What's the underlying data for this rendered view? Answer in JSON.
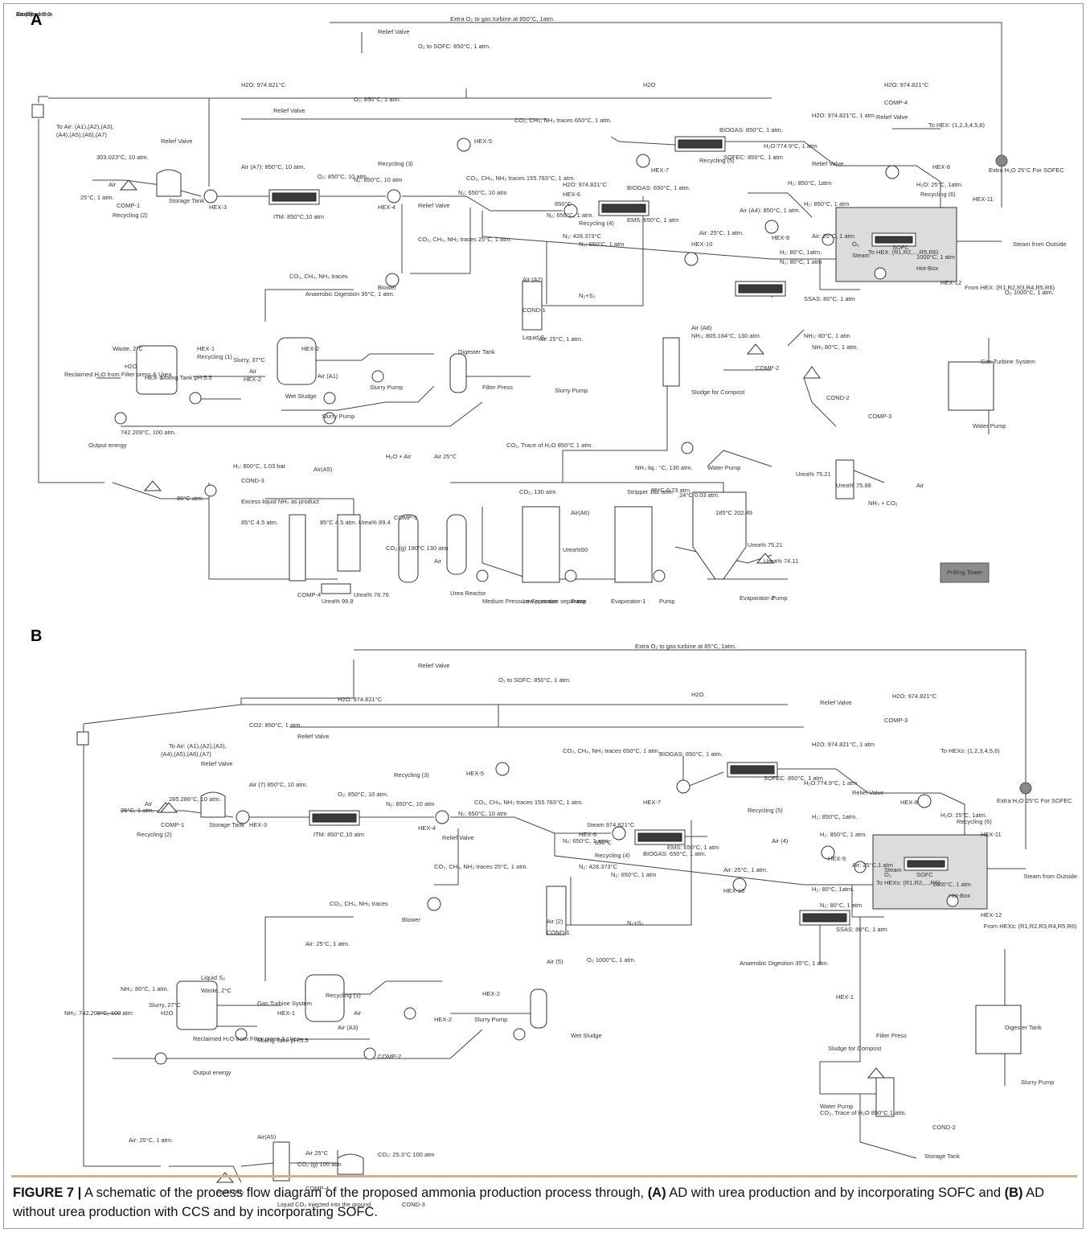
{
  "panels": [
    {
      "label": "A",
      "texts": [
        "Extra O₂ to gas turbine at 850°C, 1atm.",
        "Relief Valve",
        "O₂ to SOFC: 850°C, 1 atm.",
        "H2O: 974.821°C",
        "H2O",
        "H2O: 974.821°C",
        "Relief Valve",
        "COMP-4",
        "O₂: 850°C, 1 atm.",
        "Relief Valve",
        "CO₂, CH₄, NH₃ traces 650°C, 1 atm.",
        "BIOGAS: 850°C, 1 atm.",
        "H2O: 974.821°C, 1 atm.",
        "To HEX: (1,2,3,4,5,6)",
        "To Air: (A1),(A2),(A3),",
        "(A4),(A5),(A6),(A7)",
        "Relief Valve",
        "HEX-5",
        "Recycling (3)",
        "SOFEC: 850°C, 1 atm",
        "H₂O:774.9°C, 1 atm",
        "Relief Valve",
        "HEX-8",
        "303.023°C, 10 atm.",
        "O₂: 850°C, 10 atm.",
        "CO₂, CH₄, NH₃ traces 155.783°C, 1 atm.",
        "HEX-7",
        "Recycling (5)",
        "H₂: 850°C, 1atm",
        "H₂O: 25°C, 1atm.",
        "Extra H₂O 25°C For SOFEC",
        "25°C, 1 atm.",
        "Air",
        "COMP-1",
        "Storage Tank",
        "Air (A7): 850°C, 10 atm.",
        "HEX-3",
        "ITM: 850°C,10 atm",
        "N₂: 850°C, 10 atm",
        "HEX-4",
        "N₂: 650°C, 10 atm",
        "H2O: 974.821°C",
        "HEX-6",
        "650°C",
        "BIOGAS: 650°C, 1 atm.",
        "H₂: 850°C, 1 atm",
        "Recycling (6)",
        "HEX-11",
        "Recycling (2)",
        "Relief Valve",
        "N₂: 650°C, 1 atm.",
        "EMS: 650°C, 1 atm",
        "Air (A4): 850°C, 1 atm.",
        "HEX-9",
        "Air: 25°C, 1 atm",
        "O₂",
        "Recycling (4)",
        "Air: 25°C, 1 atm.",
        "N₂: 428.373°C",
        "N₂: 650°C, 1 atm",
        "HEX-10",
        "To HEX: (R1,R2,...,R5,R6)",
        "Steam",
        "SOFC",
        "1000°C, 1 atm",
        "Steam from Outside",
        "CO₂, CH₄, NH₃ traces 25°C, 1 atm.",
        "H₂: 80°C, 1atm.",
        "Hot-Box",
        "CO₂, CH₄, NH₃ traces",
        "Blower",
        "Air (A2)",
        "N₂: 80°C, 1 atm",
        "HEX-12",
        "N₂+S₂",
        "COND-1",
        "SSAS: 80°C, 1 atm",
        "From HEX: (R1,R2,R3,R4,R5,R6)",
        "O₂ 1000°C, 1 atm.",
        "Air: 25°C, 1 atm.",
        "Anaerobic Digestion 35°C, 1 atm.",
        "Air (A8)",
        "Liquid S₂",
        "HEX-1",
        "NH₃: 805.184°C, 130 atm.",
        "NH₃: 80°C, 1 atm",
        "Waste, 2°C",
        "Recycling (1)",
        "HEX-2",
        "Digester Tank",
        "COMP-2",
        "Gas Turbine System",
        "Slurry, 37°C",
        "H2O",
        "HEX-1",
        "Air",
        "Air (A1)",
        "NH₃ 80°C, 1 atm.",
        "HEX-2",
        "Slurry Pump",
        "Filter Press",
        "Reclaimed H₂O from Filter press & Urea",
        "Mixing Tank pH:5.5",
        "Wet Sludge",
        "Slurry Pump",
        "Sludge for Compost",
        "COND-2",
        "Slurry Pump",
        "COMP-3",
        "742.209°C, 100 atm.",
        "Water Pump",
        "Output energy",
        "CO₂, Trace of H₂O 850°C 1 atm.",
        "NH₃ liq.: °C, 130 atm.",
        "Water Pump",
        "H₂: 800°C, 1.03 bar",
        "H₂O + Air",
        "Air 25°C",
        "Urea% 75.21",
        "Urea% 75.98",
        "Air",
        "COND-3",
        "Air(A5)",
        "CO₂, 130 atm",
        "Stripper 162 atm.",
        "85°C 0.23 atm.",
        "24°C 0.03 atm.",
        "NH₃ + CO₂",
        "80°C atm.",
        "Excess liquid NH₃ as product",
        "COMP-5",
        "Air(A6)",
        "185°C 202.49",
        "85°C 4.5 atm.",
        "85°C 4.5 atm. Urea% 89.4",
        "CO₂ (g) 190°C 130 atm",
        "Urea%50",
        "Urea% 75.21",
        "Urea% 74.11",
        "Air",
        "COMP-4",
        "Urea% 76.76",
        "Urea Reactor",
        "Medium Pressure Separator",
        "Low pressure separator",
        "Pump",
        "Evaporator-1",
        "Pump",
        "Evaporator-2",
        "Pump",
        "Prilling Tower",
        "Urea% 99.8",
        "Insulated Box",
        "Condenser-3"
      ]
    },
    {
      "label": "B",
      "texts": [
        "Extra O₂ to gas turbine at 85°C, 1atm.",
        "Relief Valve",
        "O₂ to SOFC: 850°C, 1 atm.",
        "H2O: 974.821°C",
        "H2O",
        "H2O: 974.821°C",
        "Relief Valve",
        "COMP-3",
        "CO2: 850°C, 1 atm.",
        "Relief Valve",
        "CO₂, CH₄, NH₃ traces 650°C, 1 atm.",
        "BIOGAS: 850°C, 1 atm.",
        "H2O: 974.821°C, 1 atm",
        "To HEXs: (1,2,3,4,5,6)",
        "To Air: (A1),(A2),(A3),",
        "(A4),(A5),(A6),(A7)",
        "Relief Valve",
        "Recycling (3)",
        "HEX-5",
        "SOFEC: 850°C, 1 atm",
        "H₂O:774.9°C, 1 atm",
        "HEX-8",
        "Relief Valve",
        "285.286°C, 10 atm.",
        "O₂: 850°C, 10 atm.",
        "CO₂, CH₄, NH₃ traces 155.783°C, 1 atm.",
        "HEX-7",
        "Recycling (5)",
        "H₂: 850°C, 1atm.",
        "H₂O: 25°C, 1atm.",
        "Extra H₂O 25°C For SOFEC",
        "25°C, 1 atm.",
        "Air",
        "COMP-1",
        "Storage Tank",
        "Air (7) 850°C, 10 atm.",
        "HEX-3",
        "ITM: 850°C,10 atm",
        "N₂: 850°C, 10 atm",
        "HEX-4",
        "N₂: 650°C, 10 atm",
        "Steam 974.821°C",
        "HEX-6",
        "650°C",
        "BIOGAS: 650°C, 1 atm.",
        "H₂: 850°C, 1 atm.",
        "Recycling (6)",
        "HEX-11",
        "Recycling (2)",
        "Relief Valve",
        "N₂: 650°C, 1 atm.",
        "EMS: 650°C, 1 atm",
        "Air (4)",
        "HEX-9",
        "Air: 25°C,1 atm",
        "O₂",
        "Recycling (4)",
        "Air: 25°C, 1 atm.",
        "N₂: 428.373°C",
        "N₂: 650°C, 1 atm",
        "HEX-10",
        "To HEXs: (R1,R2,...,R6)",
        "Steam",
        "SOFC",
        "1000°C, 1 atm",
        "Steam from Outside",
        "CO₂, CH₄, NH₃ traces 25°C, 1 atm.",
        "H₂: 80°C, 1atm.",
        "Hot-Box",
        "CO₂, CH₄, NH₃ traces",
        "Blower",
        "Air (2)",
        "N₂: 80°C, 1 atm",
        "HEX-12",
        "N₂+S₂",
        "COND-1",
        "SSAS: 80°C, 1 atm",
        "From HEXs: (R1,R2,R3,R4,R5,R6)",
        "O₂ 1000°C, 1 atm.",
        "Air: 25°C, 1 atm.",
        "Anaerobic Digestion 35°C, 1 atm.",
        "Air (5)",
        "Liquid S₂",
        "HEX-1",
        "NH₃: 80°C, 1 atm.",
        "Waste, 2°C",
        "Recycling (1)",
        "HEX-2",
        "Digester Tank",
        "Gas Turbine System",
        "Slurry, 27°C",
        "H2O",
        "HEX-1",
        "Air",
        "Air (A3)",
        "HEX-2",
        "Slurry Pump",
        "Filter Press",
        "NH₃: 742.209°C, 100 atm",
        "Reclaimed H₂O from Filter press & Urea",
        "Mixing Tank pH:5.5",
        "Wet Sludge",
        "Sludge for Compost",
        "COMP-2",
        "Slurry Pump",
        "Output energy",
        "Water Pump",
        "Air: 25°C, 1 atm.",
        "CO₂, Trace of H₂O 850°C 1 atm.",
        "COND-2",
        "Air(A5)",
        "Air 25°C",
        "CO₂ (g) 100 atm",
        "CO₂: 25.3°C 100 atm",
        "Storage Tank",
        "liquid NH₃",
        "COMP-4",
        "COND-3",
        "Liquid CO₂ injected into the ground",
        "Air (6)"
      ]
    }
  ],
  "caption": {
    "figure_label": "FIGURE 7 |",
    "text_1": " A schematic of the process flow diagram of the proposed ammonia production process through, ",
    "tag_a": "(A)",
    "text_2": " AD with urea production and by incorporating SOFC and ",
    "tag_b": "(B)",
    "text_3": " AD without urea production with CCS and by incorporating SOFC."
  }
}
